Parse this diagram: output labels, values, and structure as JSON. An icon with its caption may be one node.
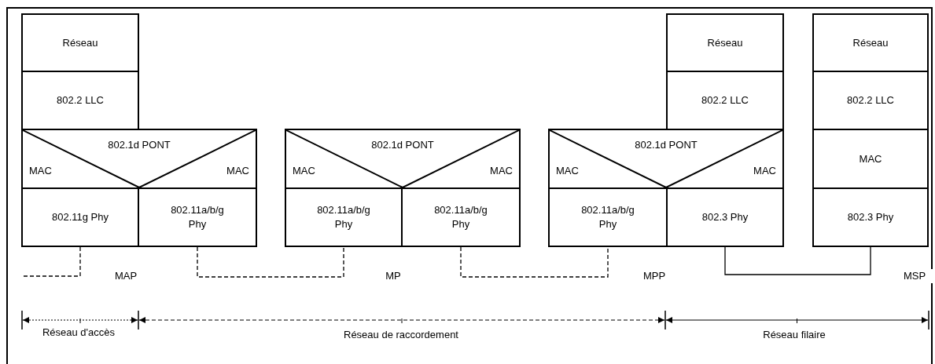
{
  "diagram": {
    "nodes": [
      {
        "text": [
          "Réseau"
        ]
      },
      {
        "text": [
          "802.2 LLC"
        ]
      },
      {
        "text": [
          "MAC",
          "802.1d PONT",
          "MAC"
        ]
      },
      {
        "text": [
          "802.11g Phy"
        ]
      },
      {
        "text": [
          "802.11a/b/g Phy"
        ]
      },
      {
        "text": [
          "MAC",
          "802.1d PONT",
          "MAC"
        ]
      },
      {
        "text": [
          "802.11a/b/g Phy"
        ]
      },
      {
        "text": [
          "802.11a/b/g Phy"
        ]
      },
      {
        "text": [
          "Réseau"
        ]
      },
      {
        "text": [
          "802.2 LLC"
        ]
      },
      {
        "text": [
          "MAC",
          "802.1d PONT",
          "MAC"
        ]
      },
      {
        "text": [
          "802.11a/b/g Phy"
        ]
      },
      {
        "text": [
          "802.3 Phy"
        ]
      },
      {
        "text": [
          "Réseau"
        ]
      },
      {
        "text": [
          "802.2 LLC"
        ]
      },
      {
        "text": [
          "MAC"
        ]
      },
      {
        "text": [
          "802.3 Phy"
        ]
      }
    ],
    "edges": [
      {
        "from": 3,
        "to": null,
        "arrow": "none",
        "style": "dashed"
      },
      {
        "from": 4,
        "to": 6,
        "arrow": "none",
        "style": "dashed"
      },
      {
        "from": 7,
        "to": 11,
        "arrow": "none",
        "style": "dashed"
      },
      {
        "from": 12,
        "to": 16,
        "arrow": "none"
      }
    ],
    "labels": [
      "MAP",
      "MP",
      "MPP",
      "MSP",
      "Réseau d'accès",
      "Réseau de raccordement",
      "Réseau filaire"
    ]
  }
}
